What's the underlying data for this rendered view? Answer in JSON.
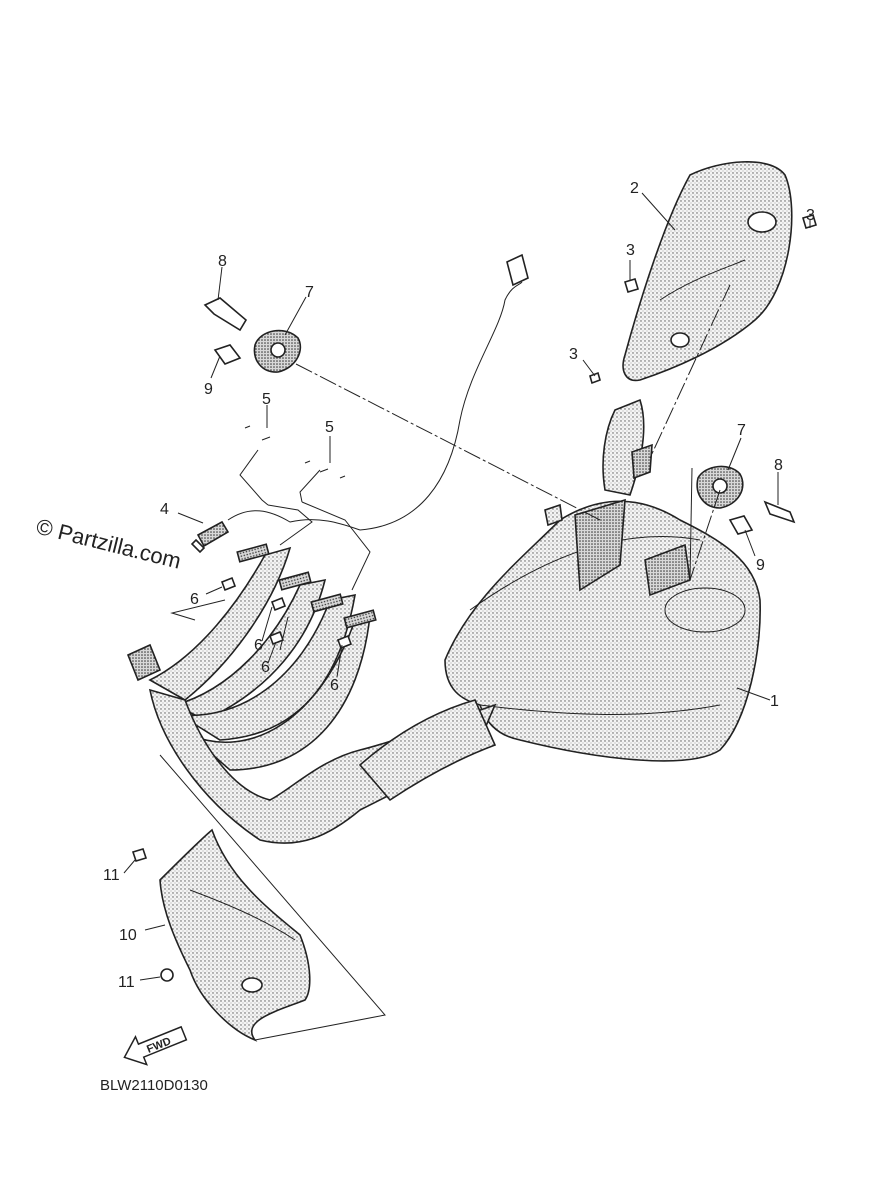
{
  "watermark": "© Partzilla.com",
  "diagram_code": "BLW2110D0130",
  "fwd_arrow_label": "FWD",
  "callouts": {
    "c1": "1",
    "c2": "2",
    "c3a": "3",
    "c3b": "3",
    "c3c": "3",
    "c4": "4",
    "c5a": "5",
    "c5b": "5",
    "c6a": "6",
    "c6b": "6",
    "c6c": "6",
    "c6d": "6",
    "c7a": "7",
    "c7b": "7",
    "c8a": "8",
    "c8b": "8",
    "c9a": "9",
    "c9b": "9",
    "c10": "10",
    "c11a": "11",
    "c11b": "11"
  }
}
